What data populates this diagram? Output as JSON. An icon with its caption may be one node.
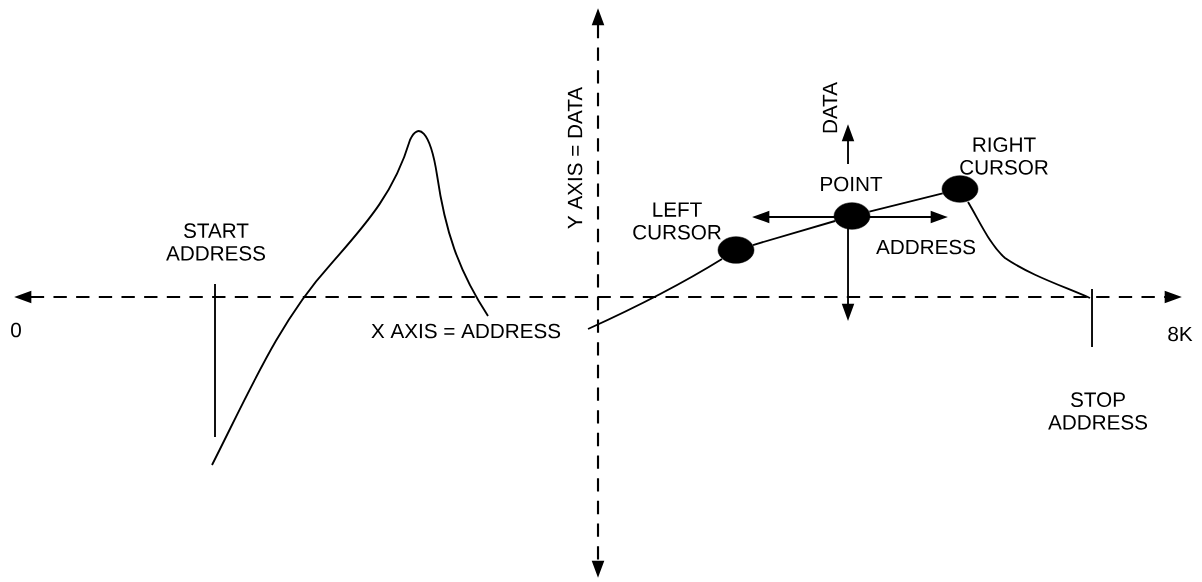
{
  "diagram": {
    "nodes": [
      {
        "text": [],
        "shape": "circle",
        "beside": [
          "LEFT CURSOR"
        ]
      },
      {
        "text": [],
        "shape": "circle",
        "beside": [
          "POINT"
        ]
      },
      {
        "text": [],
        "shape": "circle",
        "beside": [
          "RIGHT CURSOR"
        ]
      }
    ],
    "edges": [
      {
        "from": 0,
        "to": 1,
        "arrow": "none"
      },
      {
        "from": 1,
        "to": 2,
        "arrow": "none"
      }
    ],
    "labels": [
      "Y AXIS = DATA",
      "START ADDRESS",
      "0",
      "X AXIS = ADDRESS",
      "DATA",
      "ADDRESS",
      "8K",
      "STOP ADDRESS"
    ]
  }
}
